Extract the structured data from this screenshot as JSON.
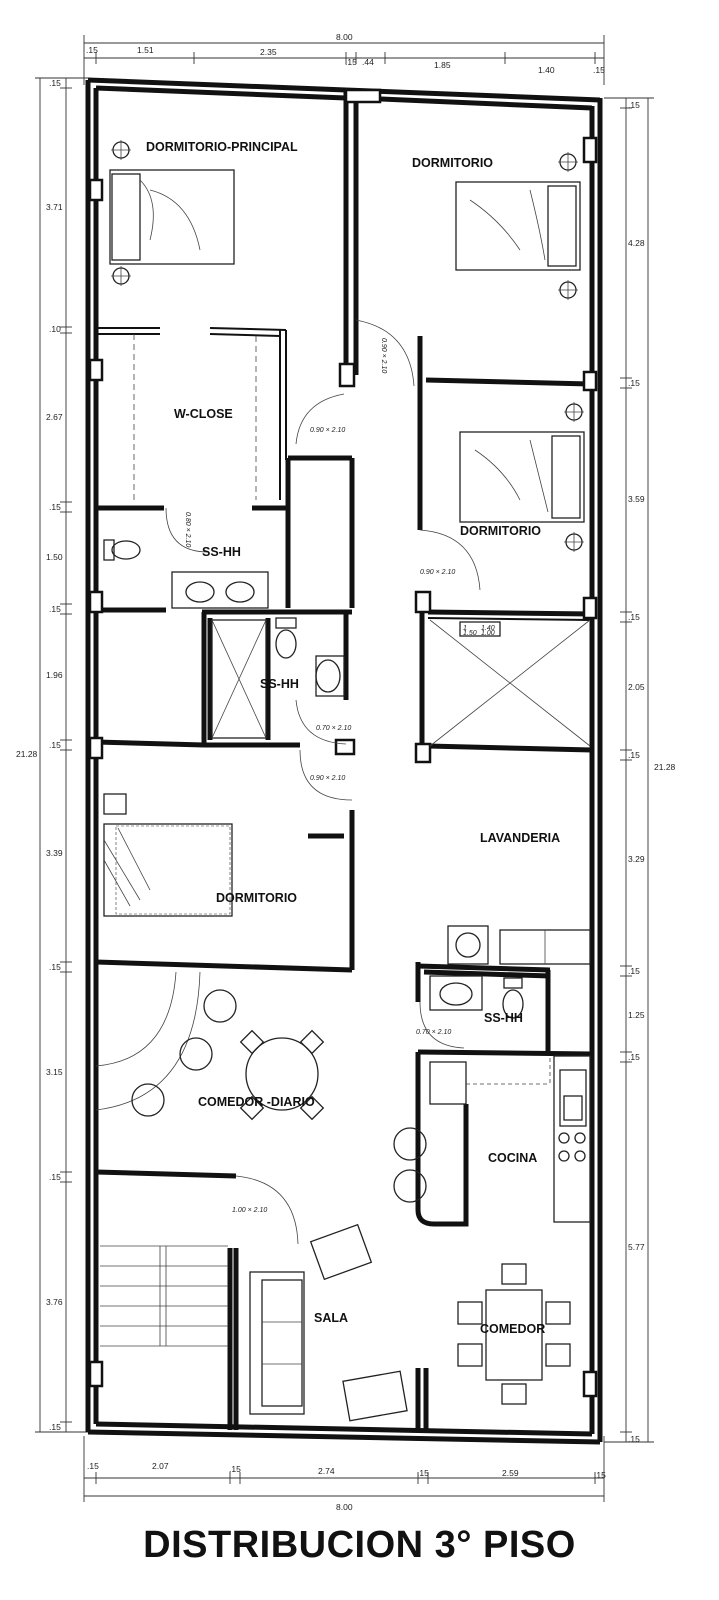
{
  "plan_title": "DISTRIBUCION 3° PISO",
  "rooms": {
    "dormitorio_principal": "DORMITORIO-PRINCIPAL",
    "dormitorio_1": "DORMITORIO",
    "wclose": "W-CLOSE",
    "dormitorio_2": "DORMITORIO",
    "sshh_1": "SS-HH",
    "sshh_2": "SS-HH",
    "lavanderia": "LAVANDERIA",
    "dormitorio_3": "DORMITORIO",
    "sshh_3": "SS-HH",
    "comedor_diario": "COMEDOR -DIARIO",
    "cocina": "COCINA",
    "sala": "SALA",
    "comedor": "COMEDOR"
  },
  "doors": {
    "d1": "0.90 × 2.10",
    "d2": "0.90 × 2.10",
    "d3": "0.80 × 2.10",
    "d4": "0.90 × 2.10",
    "d5": "0.70 × 2.10",
    "d6": "0.90 × 2.10",
    "d7": "0.70 × 2.10",
    "d8": "1.00 × 2.10"
  },
  "dims_top": {
    "total": "8.00",
    "segments": [
      ".15",
      "1.51",
      "2.35",
      ".15",
      ".44",
      "1.85",
      "1.40",
      ".15"
    ]
  },
  "dims_bottom": {
    "total": "8.00",
    "segments": [
      ".15",
      "2.07",
      ".15",
      "2.74",
      ".15",
      "2.59",
      ".15"
    ]
  },
  "dims_left": {
    "total": "21.28",
    "segments": [
      ".15",
      "3.71",
      ".10",
      "2.67",
      ".15",
      "1.50",
      ".15",
      "1.96",
      ".15",
      "3.39",
      ".15",
      "3.15",
      ".15",
      "3.76",
      ".15"
    ]
  },
  "dims_right": {
    "total": "21.28",
    "segments": [
      ".15",
      "4.28",
      ".15",
      "3.59",
      ".15",
      "2.05",
      ".15",
      "3.29",
      ".15",
      "1.25",
      ".15",
      "5.77",
      ".15"
    ]
  },
  "window_tag": [
    "1",
    "1.40",
    "1.50",
    "1.00"
  ]
}
